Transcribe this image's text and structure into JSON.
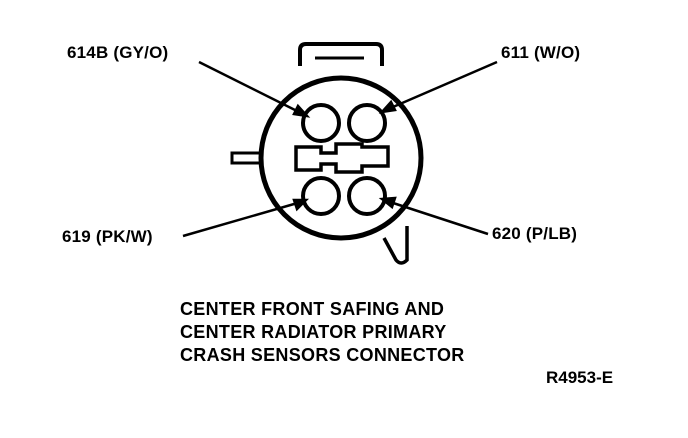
{
  "diagram": {
    "pins": [
      {
        "id": "top-left",
        "label": "614B (GY/O)"
      },
      {
        "id": "top-right",
        "label": "611 (W/O)"
      },
      {
        "id": "bottom-left",
        "label": "619 (PK/W)"
      },
      {
        "id": "bottom-right",
        "label": "620 (P/LB)"
      }
    ],
    "caption": [
      "CENTER FRONT SAFING AND",
      "CENTER RADIATOR PRIMARY",
      "CRASH SENSORS CONNECTOR"
    ],
    "reference_code": "R4953-E"
  },
  "colors": {
    "ink": "#000000",
    "background": "#ffffff"
  }
}
